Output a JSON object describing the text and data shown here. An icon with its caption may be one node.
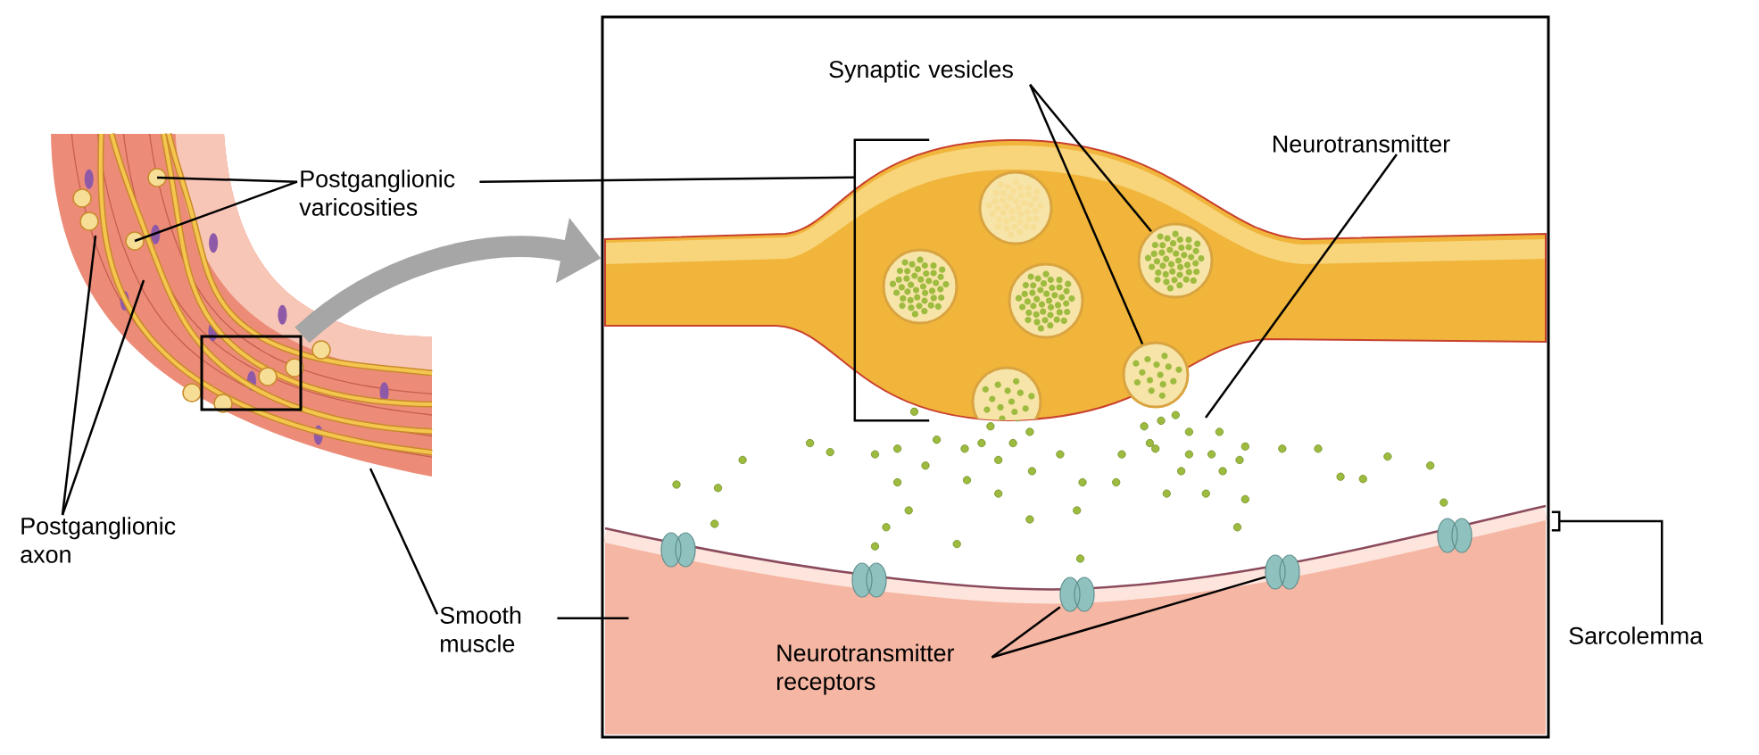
{
  "diagram": {
    "nodes": [
      {
        "text": [
          "Postganglionic varicosities"
        ]
      },
      {
        "text": [
          "Postganglionic axon"
        ]
      },
      {
        "text": [
          "Smooth muscle"
        ]
      },
      {
        "text": [],
        "shape": "box"
      },
      {
        "text": [],
        "shape": "box"
      },
      {
        "text": [
          "Synaptic vesicles"
        ],
        "in": 4
      },
      {
        "text": [
          "Neurotransmitter"
        ],
        "in": 4
      },
      {
        "text": [
          "Neurotransmitter receptors"
        ],
        "in": 4
      },
      {
        "text": [
          "Sarcolemma"
        ]
      },
      {
        "text": [],
        "shape": "bracket",
        "in": 4
      },
      {
        "text": [],
        "shape": "bracket"
      },
      {
        "text": [],
        "shape": "circle",
        "in": 4
      },
      {
        "text": [],
        "shape": "circle",
        "in": 4
      },
      {
        "text": [],
        "shape": "ellipse",
        "in": 4
      },
      {
        "text": [],
        "shape": "ellipse",
        "in": 4
      }
    ],
    "edges": [
      {
        "from": 0,
        "to": null,
        "arrow": "none"
      },
      {
        "from": 0,
        "to": null,
        "arrow": "none"
      },
      {
        "from": 0,
        "to": 9,
        "arrow": "none"
      },
      {
        "from": 1,
        "to": null,
        "arrow": "none"
      },
      {
        "from": 1,
        "to": null,
        "arrow": "none"
      },
      {
        "from": 2,
        "to": null,
        "arrow": "none"
      },
      {
        "from": 2,
        "to": null,
        "arrow": "none"
      },
      {
        "from": 3,
        "to": 4,
        "arrow": "to",
        "style": "thick",
        "color": "#a6a6a6"
      },
      {
        "from": 5,
        "to": 11,
        "arrow": "none"
      },
      {
        "from": 5,
        "to": 12,
        "arrow": "none"
      },
      {
        "from": 6,
        "to": null,
        "arrow": "none"
      },
      {
        "from": 7,
        "to": 13,
        "arrow": "none"
      },
      {
        "from": 7,
        "to": 14,
        "arrow": "none"
      },
      {
        "from": 8,
        "to": 10,
        "arrow": "none"
      }
    ]
  }
}
